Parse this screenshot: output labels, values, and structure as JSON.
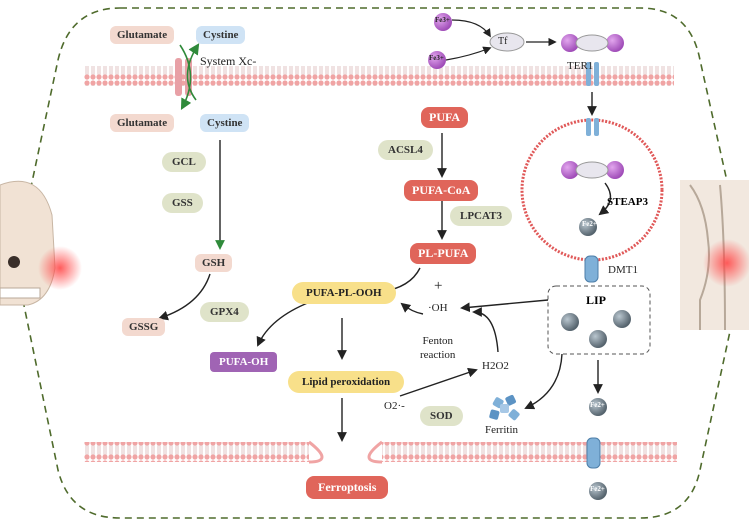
{
  "labels": {
    "glutamate_top": "Glutamate",
    "cystine_top": "Cystine",
    "system_xc": "System Xc-",
    "glutamate_bottom": "Glutamate",
    "cystine_bottom": "Cystine",
    "gcl": "GCL",
    "gss": "GSS",
    "gsh": "GSH",
    "gpx4": "GPX4",
    "gssg": "GSSG",
    "pufa": "PUFA",
    "acsl4": "ACSL4",
    "pufa_coa": "PUFA-CoA",
    "lpcat3": "LPCAT3",
    "pl_pufa": "PL-PUFA",
    "pufa_pl_ooh": "PUFA-PL-OOH",
    "pufa_oh": "PUFA-OH",
    "lipid_peroxidation": "Lipid peroxidation",
    "ferroptosis": "Ferroptosis",
    "plus": "+",
    "oh": "·OH",
    "fenton": "Fenton\nreaction",
    "h2o2": "H2O2",
    "o2": "O2·-",
    "sod": "SOD",
    "ferritin": "Ferritin",
    "tf": "Tf",
    "ter1": "TER1",
    "steap3": "STEAP3",
    "dmt1": "DMT1",
    "lip": "LIP",
    "fe3": "Fe3+",
    "fe2": "Fe2+"
  },
  "colors": {
    "membrane_head": "#f0a4a4",
    "membrane_tail": "#d9b8b8",
    "border_dashed": "#4f6b2c",
    "red_box": "#e0655a",
    "olive_box": "#dfe3c9",
    "purple_box": "#a064b4",
    "yellow_box": "#f8e08a",
    "fe3_sphere": "#b561c8",
    "fe2_sphere": "#6c7f8c",
    "transporter_blue": "#7fb0d8"
  },
  "icons": [
    "skull-icon",
    "knee-joint-icon",
    "ferritin-icon",
    "transferrin-icon",
    "transporter-icon"
  ]
}
